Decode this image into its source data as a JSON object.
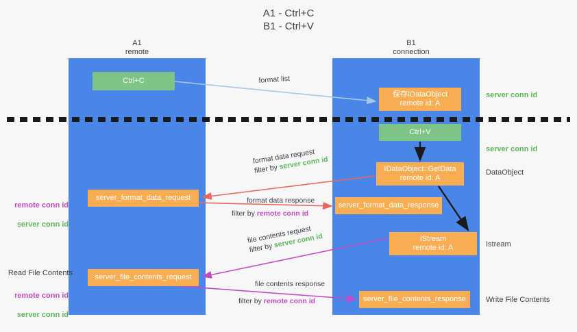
{
  "title": "A1 - Ctrl+C\nB1 - Ctrl+V",
  "colors": {
    "lane": "#4a86e8",
    "green_node": "#7dc486",
    "orange_node": "#f9ad52",
    "server_conn_id": "#5cb85c",
    "remote_conn_id": "#c44bc4",
    "blue_arrow": "#a7c7e7",
    "red_arrow": "#e8675a",
    "magenta_arrow": "#c44bc4",
    "black_arrow": "#1a1a1a",
    "background": "#f7f7f7"
  },
  "columns": {
    "left": "A1\nremote",
    "right": "B1\nconnection"
  },
  "nodes": {
    "ctrl_c": "Ctrl+C",
    "idataobject": "保存IDataObject\nremote id: A",
    "ctrl_v": "Ctrl+V",
    "getdata": "IDataObject::GetData\nremote id: A",
    "istream": "IStream\nremote id: A",
    "server_format_data_request": "server_format_data_request",
    "server_format_data_response": "server_format_data_response",
    "server_file_contents_request": "server_file_contents_request",
    "server_file_contents_response": "server_file_contents_response"
  },
  "edge_labels": {
    "format_list": "format list",
    "format_data_request": "format data request",
    "format_data_request_filter_prefix": "filter by ",
    "format_data_request_filter_key": "server conn id",
    "format_data_response": "format data response",
    "format_data_response_filter_prefix": "filter by ",
    "format_data_response_filter_key": "remote conn id",
    "file_contents_request": "file contents request",
    "file_contents_request_filter_prefix": "filter by ",
    "file_contents_request_filter_key": "server conn id",
    "file_contents_response": "file contents response",
    "file_contents_response_filter_prefix": "filter by ",
    "file_contents_response_filter_key": "remote conn id"
  },
  "annotations": {
    "right_server_conn_id_top": "server conn id",
    "right_server_conn_id_mid": "server conn id",
    "right_dataobject": "DataObject",
    "right_istream": "Istream",
    "right_write_file_contents": "Write File Contents",
    "left_remote_conn_id_1": "remote conn id",
    "left_server_conn_id_1": "server conn id",
    "left_read_file_contents": "Read File Contents",
    "left_remote_conn_id_2": "remote conn id",
    "left_server_conn_id_2": "server conn id"
  }
}
